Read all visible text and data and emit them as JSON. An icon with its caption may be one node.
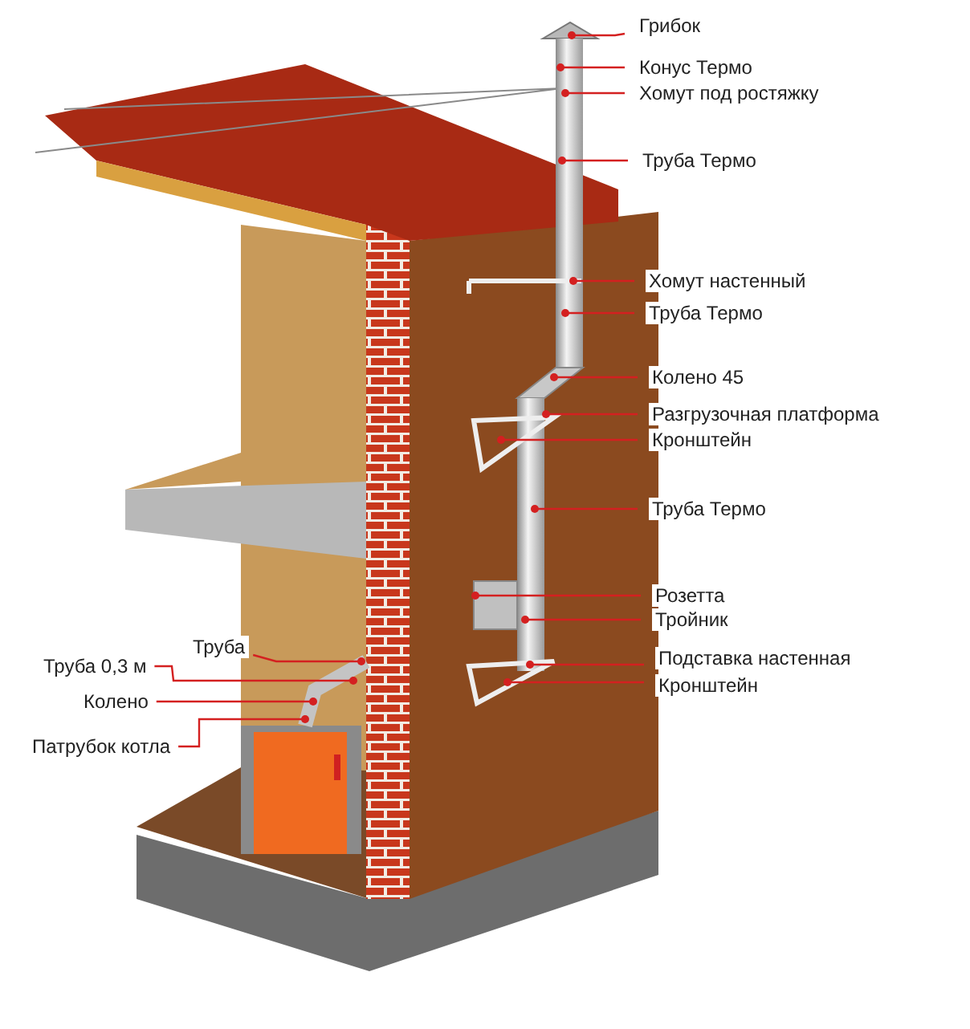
{
  "diagram": {
    "nodes": [
      {
        "text": [
          "Грибок"
        ]
      },
      {
        "text": [
          "Конус Термо"
        ]
      },
      {
        "text": [
          "Хомут под ростяжку"
        ]
      },
      {
        "text": [
          "Труба Термо"
        ]
      },
      {
        "text": [
          "Хомут настенный"
        ]
      },
      {
        "text": [
          "Труба Термо"
        ]
      },
      {
        "text": [
          "Колено 45"
        ]
      },
      {
        "text": [
          "Разгрузочная платформа"
        ]
      },
      {
        "text": [
          "Кронштейн"
        ]
      },
      {
        "text": [
          "Труба Термо"
        ]
      },
      {
        "text": [
          "Розетта"
        ]
      },
      {
        "text": [
          "Тройник"
        ]
      },
      {
        "text": [
          "Подставка настенная"
        ]
      },
      {
        "text": [
          "Кронштейн"
        ]
      },
      {
        "text": [
          "Труба"
        ]
      },
      {
        "text": [
          "Труба 0,3 м"
        ]
      },
      {
        "text": [
          "Колено"
        ]
      },
      {
        "text": [
          "Патрубок котла"
        ]
      }
    ],
    "edges": [
      {
        "from": 0,
        "to": null,
        "arrow": "other"
      },
      {
        "from": 1,
        "to": null,
        "arrow": "other"
      },
      {
        "from": 2,
        "to": null,
        "arrow": "other"
      },
      {
        "from": 3,
        "to": null,
        "arrow": "other"
      },
      {
        "from": 4,
        "to": null,
        "arrow": "other"
      },
      {
        "from": 5,
        "to": null,
        "arrow": "other"
      },
      {
        "from": 6,
        "to": null,
        "arrow": "other"
      },
      {
        "from": 7,
        "to": null,
        "arrow": "other"
      },
      {
        "from": 8,
        "to": null,
        "arrow": "other"
      },
      {
        "from": 9,
        "to": null,
        "arrow": "other"
      },
      {
        "from": 10,
        "to": null,
        "arrow": "other"
      },
      {
        "from": 11,
        "to": null,
        "arrow": "other"
      },
      {
        "from": 12,
        "to": null,
        "arrow": "other"
      },
      {
        "from": 13,
        "to": null,
        "arrow": "other"
      },
      {
        "from": 14,
        "to": null,
        "arrow": "other"
      },
      {
        "from": 15,
        "to": null,
        "arrow": "other"
      },
      {
        "from": 16,
        "to": null,
        "arrow": "other"
      },
      {
        "from": 17,
        "to": null,
        "arrow": "other"
      }
    ]
  }
}
